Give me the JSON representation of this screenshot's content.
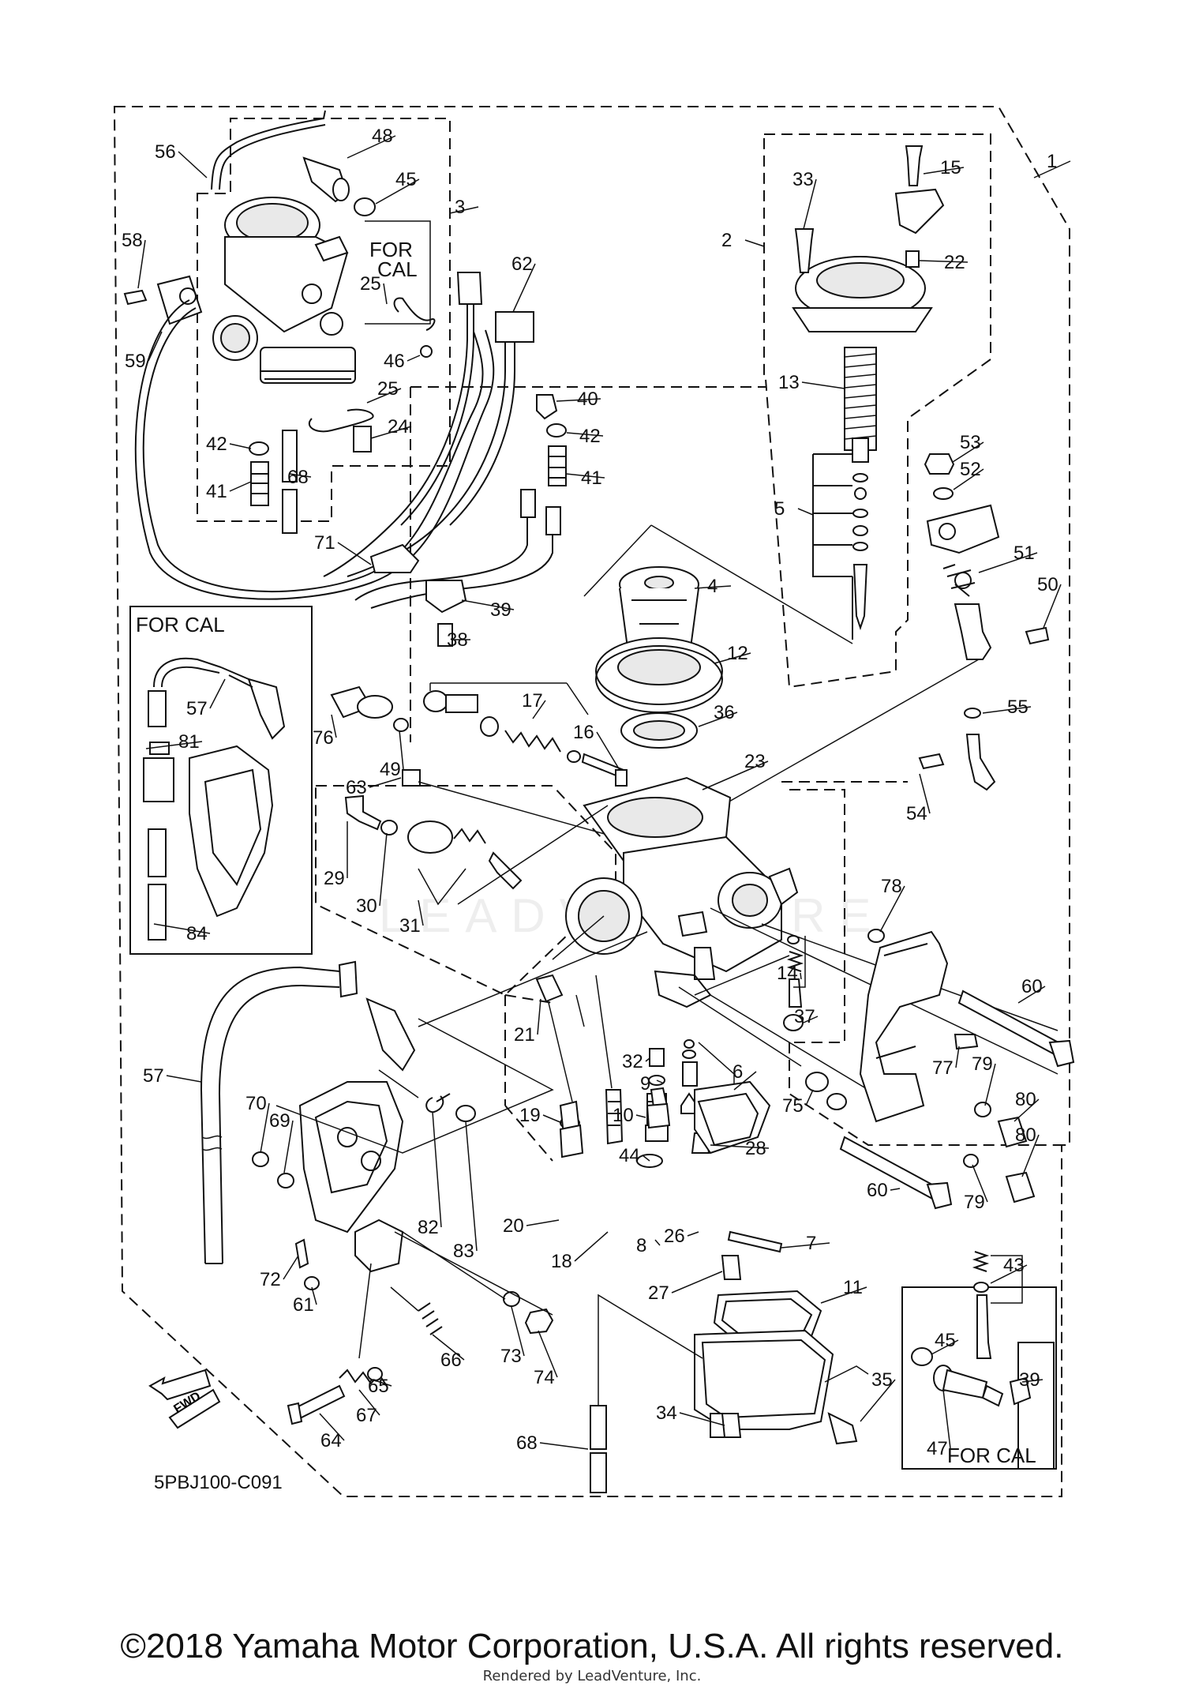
{
  "diagram_id": "5PBJ100-C091",
  "copyright": "©2018 Yamaha Motor Corporation, U.S.A. All rights reserved.",
  "rendered_by": "Rendered by LeadVenture, Inc.",
  "watermark": "LEADVENTURE",
  "fwd_label": "FWD",
  "group_labels": {
    "for_cal_top": "FOR\nCAL",
    "for_cal_left": "FOR CAL",
    "for_cal_bottom": "FOR CAL"
  },
  "callouts": [
    "1",
    "2",
    "3",
    "4",
    "5",
    "6",
    "7",
    "8",
    "9",
    "10",
    "11",
    "12",
    "13",
    "14",
    "15",
    "16",
    "17",
    "18",
    "19",
    "20",
    "21",
    "22",
    "23",
    "24",
    "25",
    "25",
    "26",
    "27",
    "28",
    "29",
    "30",
    "31",
    "32",
    "33",
    "34",
    "35",
    "36",
    "37",
    "38",
    "39",
    "39",
    "40",
    "41",
    "41",
    "42",
    "42",
    "43",
    "44",
    "45",
    "45",
    "46",
    "47",
    "48",
    "49",
    "50",
    "51",
    "52",
    "53",
    "54",
    "55",
    "56",
    "57",
    "57",
    "58",
    "59",
    "60",
    "60",
    "61",
    "62",
    "63",
    "64",
    "65",
    "66",
    "67",
    "68",
    "68",
    "69",
    "70",
    "71",
    "72",
    "73",
    "74",
    "75",
    "76",
    "77",
    "78",
    "79",
    "79",
    "80",
    "80",
    "81",
    "82",
    "83",
    "84"
  ]
}
